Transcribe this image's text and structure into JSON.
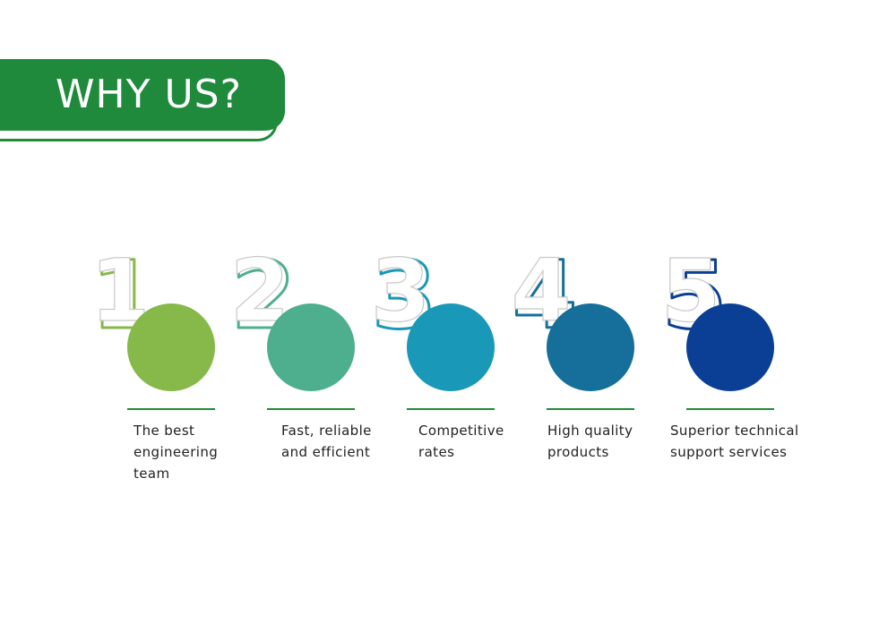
{
  "banner": {
    "title": "WHY US?",
    "color": "#1f8a3b"
  },
  "steps": [
    {
      "number": "1",
      "color": "#86b84a",
      "lines": [
        "The best",
        "engineering",
        "team"
      ]
    },
    {
      "number": "2",
      "color": "#4daf8e",
      "lines": [
        "Fast, reliable",
        "and efficient"
      ]
    },
    {
      "number": "3",
      "color": "#1a98b7",
      "lines": [
        "Competitive",
        "rates"
      ]
    },
    {
      "number": "4",
      "color": "#156f9a",
      "lines": [
        "High quality",
        "products"
      ]
    },
    {
      "number": "5",
      "color": "#0b3f96",
      "lines": [
        "Superior technical",
        "support services"
      ]
    }
  ],
  "divider_color": "#1f8a3b"
}
